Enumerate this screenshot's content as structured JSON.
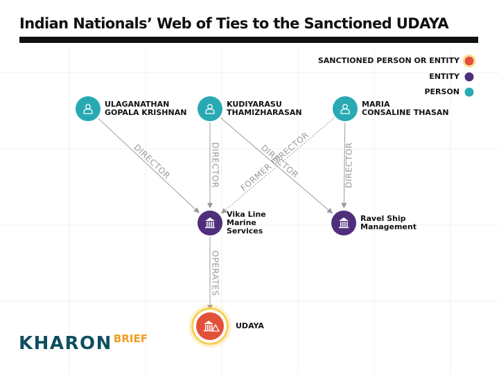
{
  "title": "Indian Nationals’ Web of Ties to the Sanctioned UDAYA",
  "legend": [
    {
      "label": "SANCTIONED PERSON OR ENTITY",
      "type": "sanctioned"
    },
    {
      "label": "ENTITY",
      "type": "entity"
    },
    {
      "label": "PERSON",
      "type": "person"
    }
  ],
  "colors": {
    "person": "#29a9b4",
    "entity": "#4f2f7c",
    "sanctioned": "#e2513a",
    "sanctioned_glow": "#f7cf55",
    "edge": "#9a9a9a",
    "logo_main": "#0e4f5f",
    "logo_accent": "#f29c1f"
  },
  "nodes": [
    {
      "id": "ulaganathan",
      "type": "person",
      "icon": "person-icon",
      "lines": [
        "ULAGANATHAN",
        "GOPALA KRISHNAN"
      ]
    },
    {
      "id": "kudiyarasu",
      "type": "person",
      "icon": "person-icon",
      "lines": [
        "KUDIYARASU",
        "THAMIZHARASAN"
      ]
    },
    {
      "id": "maria",
      "type": "person",
      "icon": "person-icon",
      "lines": [
        "MARIA",
        "CONSALINE THASAN"
      ]
    },
    {
      "id": "vika",
      "type": "entity",
      "icon": "bank-icon",
      "lines": [
        "Vika Line",
        "Marine",
        "Services"
      ]
    },
    {
      "id": "ravel",
      "type": "entity",
      "icon": "bank-icon",
      "lines": [
        "Ravel Ship",
        "Management"
      ]
    },
    {
      "id": "udaya",
      "type": "sanctioned",
      "icon": "ship-sanction-icon",
      "lines": [
        "UDAYA"
      ]
    }
  ],
  "edges": [
    {
      "from": "ulaganathan",
      "to": "vika",
      "label": "DIRECTOR",
      "style": "solid"
    },
    {
      "from": "kudiyarasu",
      "to": "vika",
      "label": "DIRECTOR",
      "style": "solid"
    },
    {
      "from": "kudiyarasu",
      "to": "ravel",
      "label": "DIRECTOR",
      "style": "solid"
    },
    {
      "from": "maria",
      "to": "vika",
      "label": "FORMER DIRECTOR",
      "style": "dotted"
    },
    {
      "from": "maria",
      "to": "ravel",
      "label": "DIRECTOR",
      "style": "solid"
    },
    {
      "from": "vika",
      "to": "udaya",
      "label": "OPERATES",
      "style": "solid"
    }
  ],
  "logo": {
    "main": "KHARON",
    "sub": "BRIEF"
  }
}
